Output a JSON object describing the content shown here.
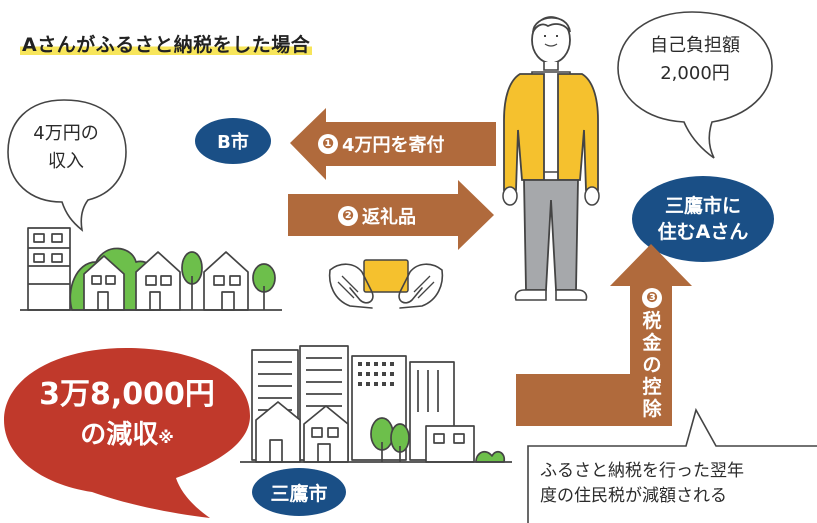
{
  "title": "Aさんがふるさと納税をした場合",
  "bubbles": {
    "income": "4万円の\n収入",
    "burden": "自己負担額\n2,000円"
  },
  "labels": {
    "b_city": "B市",
    "resident": "三鷹市に\n住むAさん",
    "mitaka": "三鷹市"
  },
  "steps": {
    "step1_num": "❶",
    "step1_text": "4万円を寄付",
    "step2_num": "❷",
    "step2_text": "返礼品",
    "step3_num": "❸",
    "step3_chars": [
      "税",
      "金",
      "の",
      "控",
      "除"
    ]
  },
  "loss": {
    "line1": "3万8,000円",
    "line2": "の減収",
    "mark": "※"
  },
  "note": "ふるさと納税を行った翌年\n度の住民税が減額される",
  "colors": {
    "arrow": "#b06a3c",
    "navy": "#1a4f86",
    "red": "#c0392b",
    "green": "#6dbf4b",
    "yellow": "#f5c12e",
    "title_highlight": "#f7e55a"
  }
}
